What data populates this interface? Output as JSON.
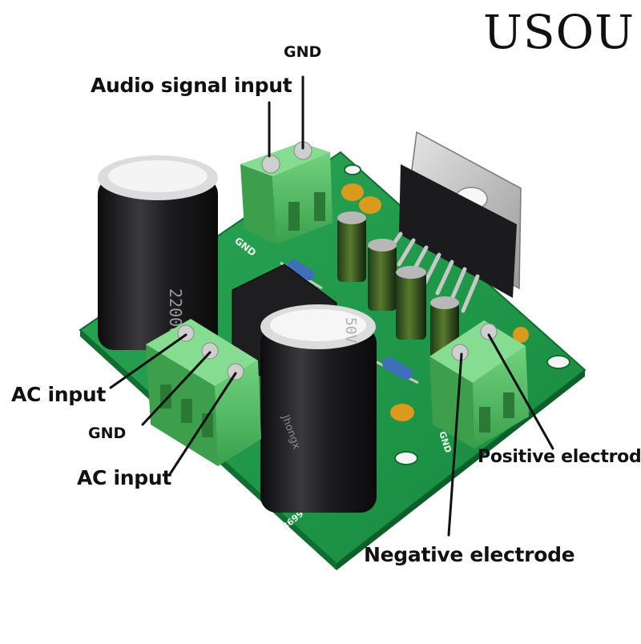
{
  "brand": "USOU",
  "labels": {
    "gnd_top": "GND",
    "audio_signal_input": "Audio signal input",
    "ac_input_1": "AC input",
    "gnd_left": "GND",
    "ac_input_2": "AC input",
    "positive_electrode": "Positive electrode",
    "negative_electrode": "Negative electrode"
  },
  "silkscreen": {
    "gnd_a": "GND",
    "gnd_b": "GND",
    "board_code": "8699",
    "cap_rating_left": "2200uF 50V",
    "cap_rating_right": "50V",
    "cap_brand": "Jhongx"
  },
  "colors": {
    "pcb_green": "#1f9a4a",
    "terminal_green": "#5cc06a",
    "capacitor_black": "#1c1c1e",
    "text": "#111111"
  }
}
